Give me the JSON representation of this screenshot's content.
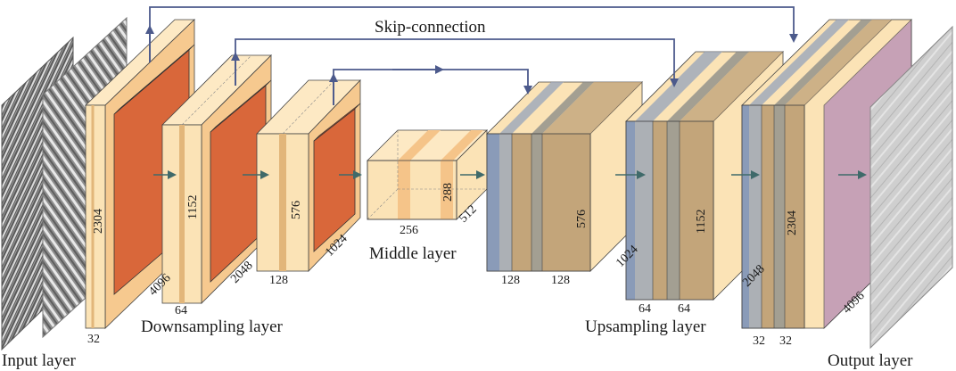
{
  "labels": {
    "input_layer": "Input layer",
    "downsampling_layer": "Downsampling layer",
    "middle_layer": "Middle layer",
    "upsampling_layer": "Upsampling layer",
    "output_layer": "Output layer",
    "skip_connection": "Skip-connection"
  },
  "dimensions": {
    "d1_channels": "32",
    "d1_height": "2304",
    "d1_width": "4096",
    "d2_channels": "64",
    "d2_height": "1152",
    "d2_width": "2048",
    "d3_channels": "128",
    "d3_height": "576",
    "d3_width": "1024",
    "mid_channels": "256",
    "mid_height": "288",
    "mid_width": "512",
    "u1_ch_a": "128",
    "u1_ch_b": "128",
    "u1_height": "576",
    "u1_width": "1024",
    "u2_ch_a": "64",
    "u2_ch_b": "64",
    "u2_height": "1152",
    "u2_width": "2048",
    "u3_ch_a": "32",
    "u3_ch_b": "32",
    "u3_height": "2304",
    "u3_width": "4096"
  },
  "colors": {
    "feature_light": "#fbe3b6",
    "feature_mid": "#f5c489",
    "feature_conv": "#d9673a",
    "upsample_blue": "#7d92b8",
    "upsample_tan": "#b99a70",
    "output_purple": "#b58cb6",
    "arrow": "#4c5a8c",
    "flow_arrow": "#3f6a6a"
  }
}
